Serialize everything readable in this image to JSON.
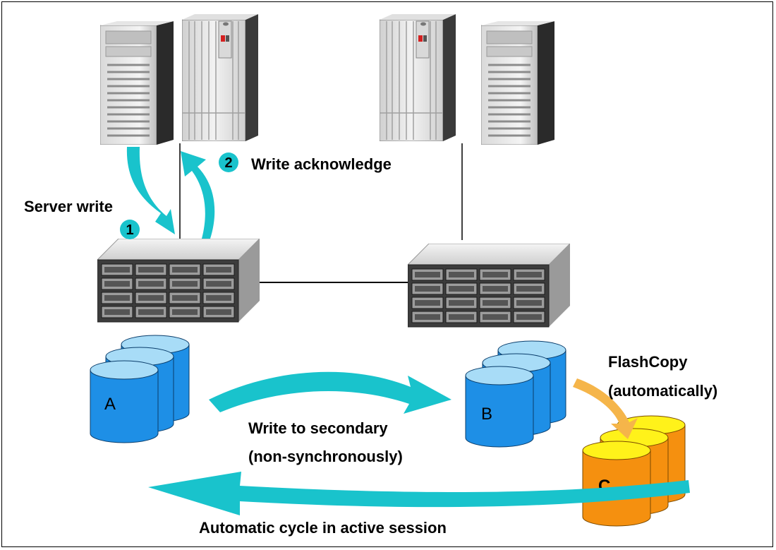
{
  "labels": {
    "step1": "1",
    "step2": "2",
    "server_write": "Server write",
    "write_ack": "Write acknowledge",
    "write_secondary_1": "Write to secondary",
    "write_secondary_2": "(non-synchronously)",
    "flashcopy_1": "FlashCopy",
    "flashcopy_2": "(automatically)",
    "cycle": "Automatic cycle in active session"
  },
  "disks": {
    "primary": "A",
    "secondary": "B",
    "flashcopy_target": "C"
  },
  "colors": {
    "arrow_cyan": "#19c3cc",
    "arrow_orange": "#f5b54a",
    "disk_blue": "#1e8fe6",
    "disk_blue_top": "#a8dcf7",
    "disk_orange": "#f5900f",
    "disk_yellow_top": "#fff21a"
  },
  "icons": [
    "tower-server-icon",
    "rack-server-icon",
    "storage-array-icon"
  ]
}
